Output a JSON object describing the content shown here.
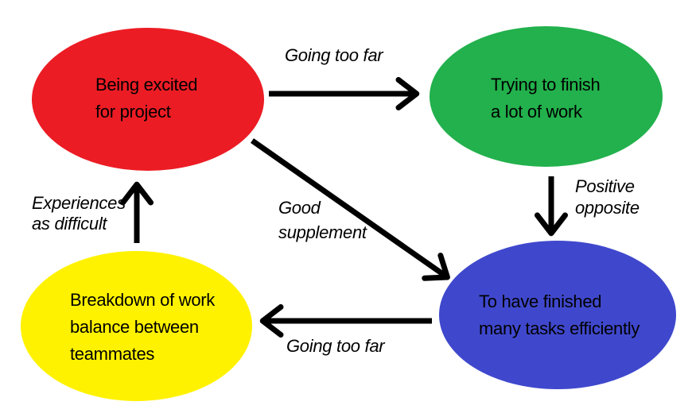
{
  "page": {
    "background": "#ffffff",
    "text_color": "#000000"
  },
  "diagram": {
    "arrow_color": "#000000",
    "nodes": [
      {
        "id": "being-excited",
        "color": "#ec1c24",
        "lines": [
          "Being excited",
          "for project"
        ]
      },
      {
        "id": "trying-to-finish",
        "color": "#22b14c",
        "lines": [
          "Trying to finish",
          "a lot of work"
        ]
      },
      {
        "id": "finished-tasks",
        "color": "#3f48cc",
        "lines": [
          "To have finished",
          "many tasks efficiently"
        ]
      },
      {
        "id": "breakdown-balance",
        "color": "#fff200",
        "lines": [
          "Breakdown of work",
          "balance between",
          "teammates"
        ]
      }
    ],
    "edge_labels": [
      {
        "id": "going-too-far-top",
        "lines": [
          "Going too far"
        ]
      },
      {
        "id": "positive-opposite",
        "lines": [
          "Positive",
          "opposite"
        ]
      },
      {
        "id": "good-supplement",
        "lines": [
          "Good",
          "supplement"
        ]
      },
      {
        "id": "going-too-far-bottom",
        "lines": [
          "Going too far"
        ]
      },
      {
        "id": "experiences-as-difficult",
        "lines": [
          "Experiences",
          "as difficult"
        ]
      }
    ]
  }
}
